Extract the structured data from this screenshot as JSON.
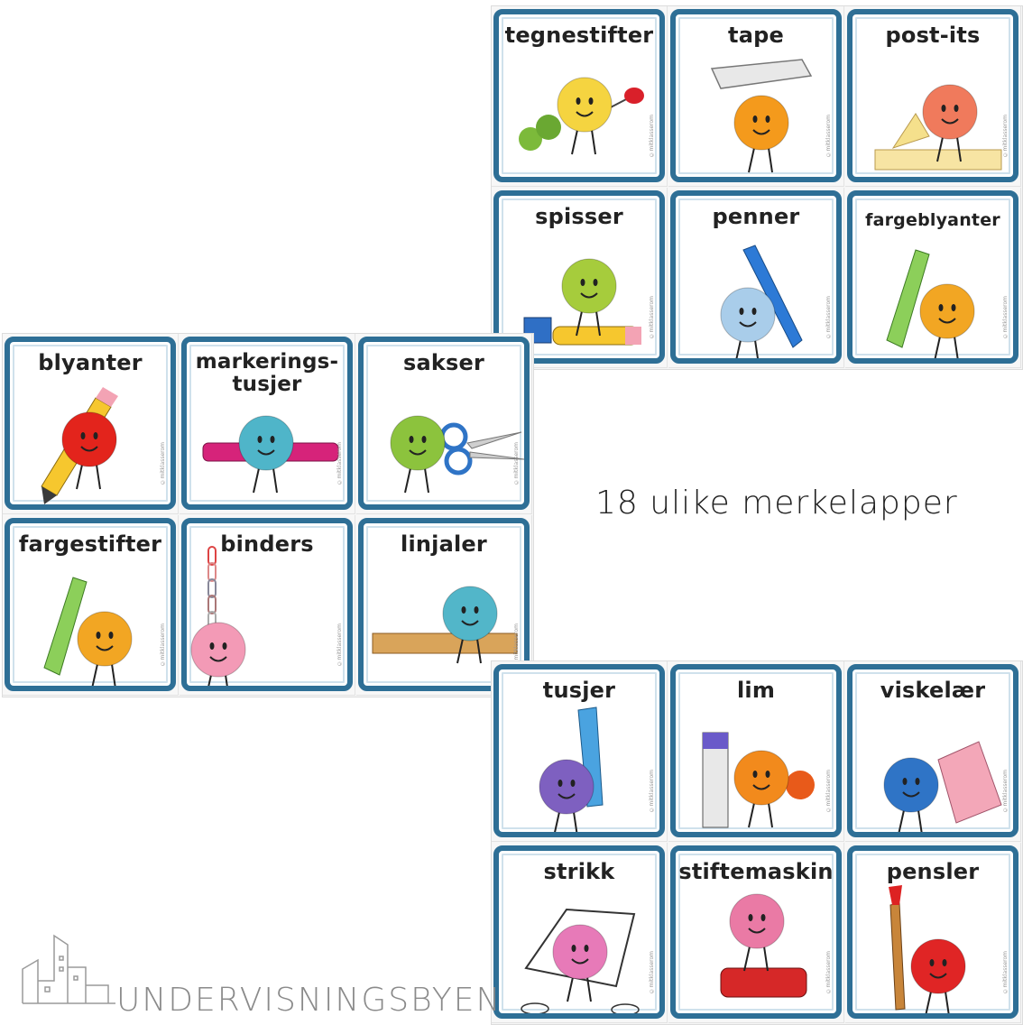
{
  "caption": "18 ulike merkelapper",
  "brand": "UNDERVISNINGSBYEN",
  "copyright": "©mitklasserom",
  "colors": {
    "frame": "#2e6f96",
    "text": "#222222"
  },
  "sheets": {
    "top_right": [
      {
        "label": "tegnestifter",
        "ball": "#f5d440",
        "prop": "pushpin"
      },
      {
        "label": "tape",
        "ball": "#f49a1c",
        "prop": "tape"
      },
      {
        "label": "post-its",
        "ball": "#f07a5c",
        "prop": "postit"
      },
      {
        "label": "spisser",
        "ball": "#a6cc3c",
        "prop": "sharpener"
      },
      {
        "label": "penner",
        "ball": "#a9cdea",
        "prop": "pen"
      },
      {
        "label": "fargeblyanter",
        "ball": "#f2a623",
        "prop": "crayon"
      }
    ],
    "middle_left": [
      {
        "label": "blyanter",
        "ball": "#e3241c",
        "prop": "pencil"
      },
      {
        "label": "markerings-\ntusjer",
        "ball": "#4fb5c9",
        "prop": "highlighter"
      },
      {
        "label": "sakser",
        "ball": "#8cc33d",
        "prop": "scissors"
      },
      {
        "label": "fargestifter",
        "ball": "#f2a623",
        "prop": "crayon"
      },
      {
        "label": "binders",
        "ball": "#f39ab6",
        "prop": "clips"
      },
      {
        "label": "linjaler",
        "ball": "#52b6c9",
        "prop": "ruler"
      }
    ],
    "bottom_right": [
      {
        "label": "tusjer",
        "ball": "#7e60c0",
        "prop": "marker"
      },
      {
        "label": "lim",
        "ball": "#f28a1c",
        "prop": "glue"
      },
      {
        "label": "viskelær",
        "ball": "#2f74c6",
        "prop": "eraser"
      },
      {
        "label": "strikk",
        "ball": "#e77ab8",
        "prop": "rubberband"
      },
      {
        "label": "stiftemaskin",
        "ball": "#ea7aa5",
        "prop": "stapler"
      },
      {
        "label": "pensler",
        "ball": "#e02525",
        "prop": "brush"
      }
    ]
  }
}
